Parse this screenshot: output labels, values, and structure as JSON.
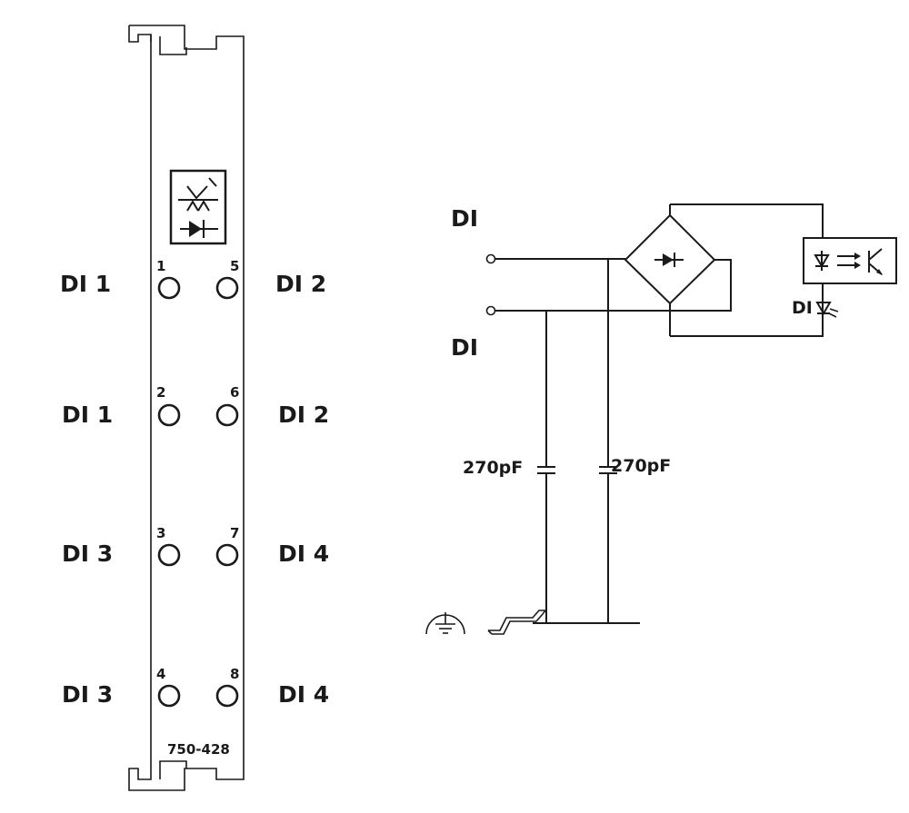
{
  "module": {
    "article_number": "750-428",
    "terminals": [
      {
        "number": "1",
        "label": "DI 1"
      },
      {
        "number": "5",
        "label": "DI 2"
      },
      {
        "number": "2",
        "label": "DI 1"
      },
      {
        "number": "6",
        "label": "DI 2"
      },
      {
        "number": "3",
        "label": "DI 3"
      },
      {
        "number": "7",
        "label": "DI 4"
      },
      {
        "number": "4",
        "label": "DI 3"
      },
      {
        "number": "8",
        "label": "DI 4"
      }
    ]
  },
  "circuit": {
    "input_top": "DI",
    "input_bottom": "DI",
    "led_label": "DI",
    "capacitor_1": "270pF",
    "capacitor_2": "270pF",
    "symbols": [
      "diode-bridge-icon",
      "optocoupler-icon",
      "led-icon",
      "ground-icon",
      "din-rail-icon"
    ]
  }
}
